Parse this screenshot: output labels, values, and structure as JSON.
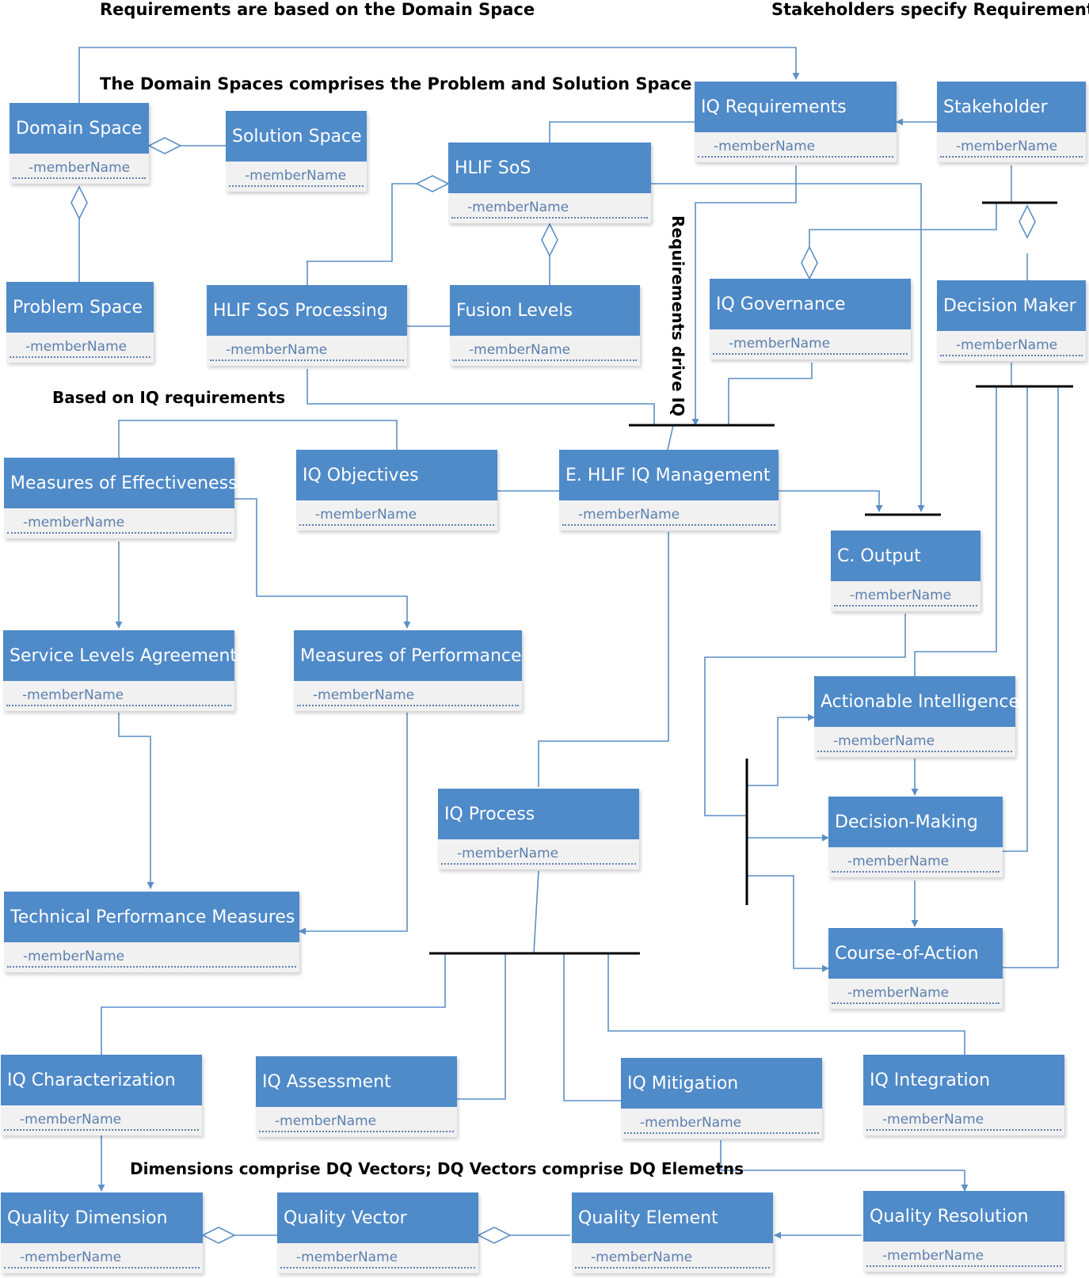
{
  "notes": {
    "domain_based": "Requirements are based on the Domain Space",
    "stakeholders": "Stakeholders specify Requirements",
    "domain_comprises": "The Domain Spaces comprises the Problem and Solution Space",
    "requirements_drive": "Requirements drive IQ",
    "based_on_iq": "Based on IQ requirements",
    "dimensions": "Dimensions comprise DQ Vectors; DQ Vectors comprise DQ Elemetns"
  },
  "member_label": "-memberName",
  "classes": {
    "domain_space": "Domain Space",
    "solution_space": "Solution Space",
    "problem_space": "Problem Space",
    "hlif_sos": "HLIF SoS",
    "hlif_sos_processing": "HLIF SoS Processing",
    "fusion_levels": "Fusion Levels",
    "iq_requirements": "IQ Requirements",
    "stakeholder": "Stakeholder",
    "iq_governance": "IQ Governance",
    "decision_maker": "Decision Maker",
    "measures_of_effectiveness": "Measures of Effectiveness",
    "iq_objectives": "IQ Objectives",
    "e_hlif_iq_management": "E. HLIF IQ Management",
    "c_output": "C. Output",
    "service_levels_agreements": "Service Levels Agreements",
    "measures_of_performance": "Measures of Performance",
    "actionable_intelligence": "Actionable Intelligence",
    "iq_process": "IQ Process",
    "decision_making": "Decision-Making",
    "technical_performance_measures": "Technical Performance Measures",
    "course_of_action": "Course-of-Action",
    "iq_characterization": "IQ Characterization",
    "iq_assessment": "IQ Assessment",
    "iq_mitigation": "IQ Mitigation",
    "iq_integration": "IQ Integration",
    "quality_dimension": "Quality Dimension",
    "quality_vector": "Quality Vector",
    "quality_element": "Quality Element",
    "quality_resolution": "Quality Resolution"
  },
  "colors": {
    "header": "#4f8ac9",
    "member_bg": "#f1f1f1",
    "member_text": "#5b7fae",
    "connector": "#5b8fc7",
    "bar": "#000000"
  }
}
